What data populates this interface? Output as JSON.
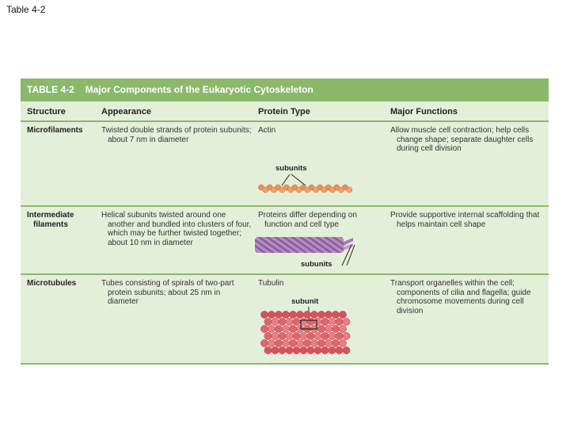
{
  "slide_title": "Table 4-2",
  "table": {
    "number": "TABLE 4-2",
    "title": "Major Components of the Eukaryotic Cytoskeleton",
    "columns": [
      "Structure",
      "Appearance",
      "Protein Type",
      "Major Functions"
    ],
    "rows": [
      {
        "structure": "Microfilaments",
        "appearance": "Twisted double strands of protein subunits; about 7 nm in diameter",
        "protein": "Actin",
        "functions": "Allow muscle cell contraction; help cells change shape; separate daughter cells during cell division",
        "figure_label": "subunits"
      },
      {
        "structure": "Intermediate filaments",
        "appearance": "Helical subunits twisted around one another and bundled into clusters of four, which may be further twisted together; about 10 nm in diameter",
        "protein": "Proteins differ depending on function and cell type",
        "functions": "Provide supportive internal scaffolding that helps maintain cell shape",
        "figure_label": "subunits"
      },
      {
        "structure": "Microtubules",
        "appearance": "Tubes consisting of spirals of two-part protein subunits; about 25 nm in diameter",
        "protein": "Tubulin",
        "functions": "Transport organelles within the cell; components of cilia and flagella; guide chromosome movements during cell division",
        "figure_label": "subunit"
      }
    ]
  },
  "colors": {
    "header_green": "#8ab96a",
    "row_bg": "#e4efd9",
    "actin_orange": "#e9915a",
    "filament_purple": "#a57ab6",
    "tubulin_red": "#e0646e"
  }
}
